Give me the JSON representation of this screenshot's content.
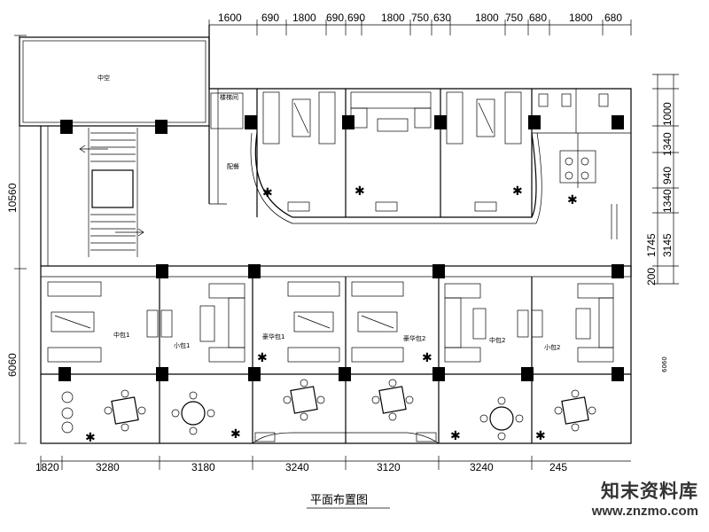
{
  "drawing": {
    "title": "平面布置图",
    "dims_top": [
      "1600",
      "690",
      "1800",
      "690",
      "690",
      "1800",
      "750",
      "630",
      "1800",
      "750",
      "680",
      "1800",
      "680"
    ],
    "dims_bottom": [
      "1820",
      "3280",
      "3180",
      "3240",
      "3120",
      "3240",
      "245"
    ],
    "dims_left": [
      "10560",
      "6060"
    ],
    "dims_right": [
      "1000",
      "1340",
      "940",
      "1340",
      "1745",
      "3145",
      "200"
    ],
    "dim_right_small": "6060",
    "room_labels": {
      "stair_room": "中空",
      "room_a": "中包1",
      "room_b": "小包1",
      "room_c": "豪华包1",
      "room_d": "豪华包2",
      "room_e": "中包2",
      "room_f": "小包2"
    }
  },
  "watermark": {
    "logo": "知末资料库",
    "url": "www.znzmo.com"
  }
}
